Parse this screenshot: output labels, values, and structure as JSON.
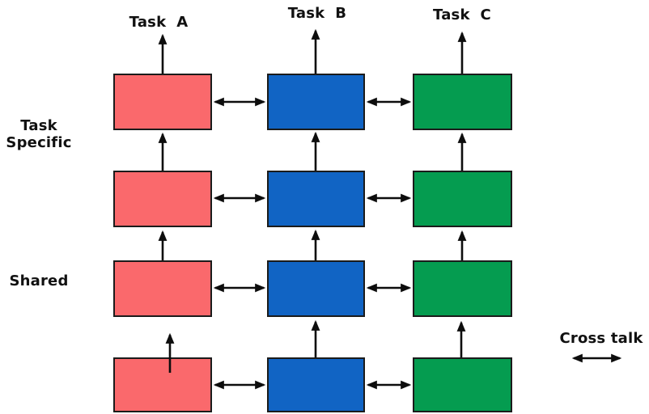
{
  "diagram": {
    "columns": [
      {
        "id": "task-a",
        "label": "Task  A"
      },
      {
        "id": "task-b",
        "label": "Task  B"
      },
      {
        "id": "task-c",
        "label": "Task  C"
      }
    ],
    "section_labels": {
      "task_specific": "Task\nSpecific",
      "shared": "Shared"
    },
    "legend": {
      "label": "Cross talk",
      "icon": "cross-talk-double-arrow-icon"
    },
    "grid": {
      "rows": 4,
      "columns": 3
    }
  },
  "icons": {
    "up-arrow-icon": "↑",
    "cross-talk-double-arrow-icon": "↔"
  },
  "colors": {
    "task-a": "#FA696C",
    "task-b": "#1164C4",
    "task-c": "#059C50",
    "box-border": "#1B1B1B",
    "arrow": "#0D0D0D",
    "text": "#111111",
    "background": "#FFFFFF"
  }
}
